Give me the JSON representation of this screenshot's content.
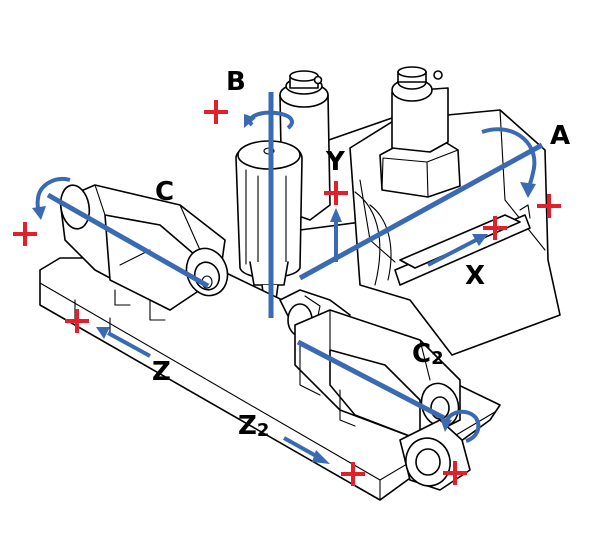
{
  "colors": {
    "axis_blue": "#3a6ab4",
    "plus_red": "#e0202a",
    "outline": "#000000"
  },
  "labels": {
    "b_label": "B",
    "a_label": "A",
    "c_label": "C",
    "y_label": "Y",
    "x_label": "X",
    "z_label": "Z",
    "c2_main": "C",
    "c2_sub": "2",
    "z2_main": "Z",
    "z2_sub": "2"
  }
}
